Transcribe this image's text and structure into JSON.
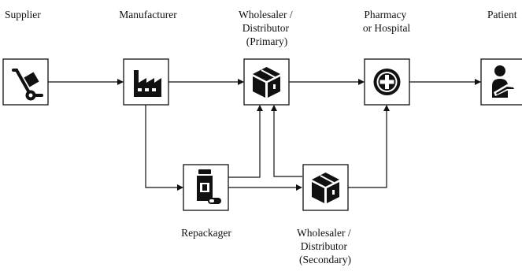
{
  "nodes": {
    "supplier": {
      "label": [
        "Supplier"
      ],
      "icon": "hand-truck-icon"
    },
    "manufacturer": {
      "label": [
        "Manufacturer"
      ],
      "icon": "factory-icon"
    },
    "wholesaler_primary": {
      "label": [
        "Wholesaler /",
        "Distributor",
        "(Primary)"
      ],
      "icon": "package-box-icon"
    },
    "pharmacy": {
      "label": [
        "Pharmacy",
        "or Hospital"
      ],
      "icon": "medical-cross-icon"
    },
    "patient": {
      "label": [
        "Patient"
      ],
      "icon": "patient-arm-sling-icon"
    },
    "repackager": {
      "label": [
        "Repackager"
      ],
      "icon": "pill-bottle-icon"
    },
    "wholesaler_secondary": {
      "label": [
        "Wholesaler /",
        "Distributor",
        "(Secondary)"
      ],
      "icon": "package-box-icon"
    }
  },
  "colors": {
    "stroke": "#111111",
    "background": "#ffffff"
  }
}
